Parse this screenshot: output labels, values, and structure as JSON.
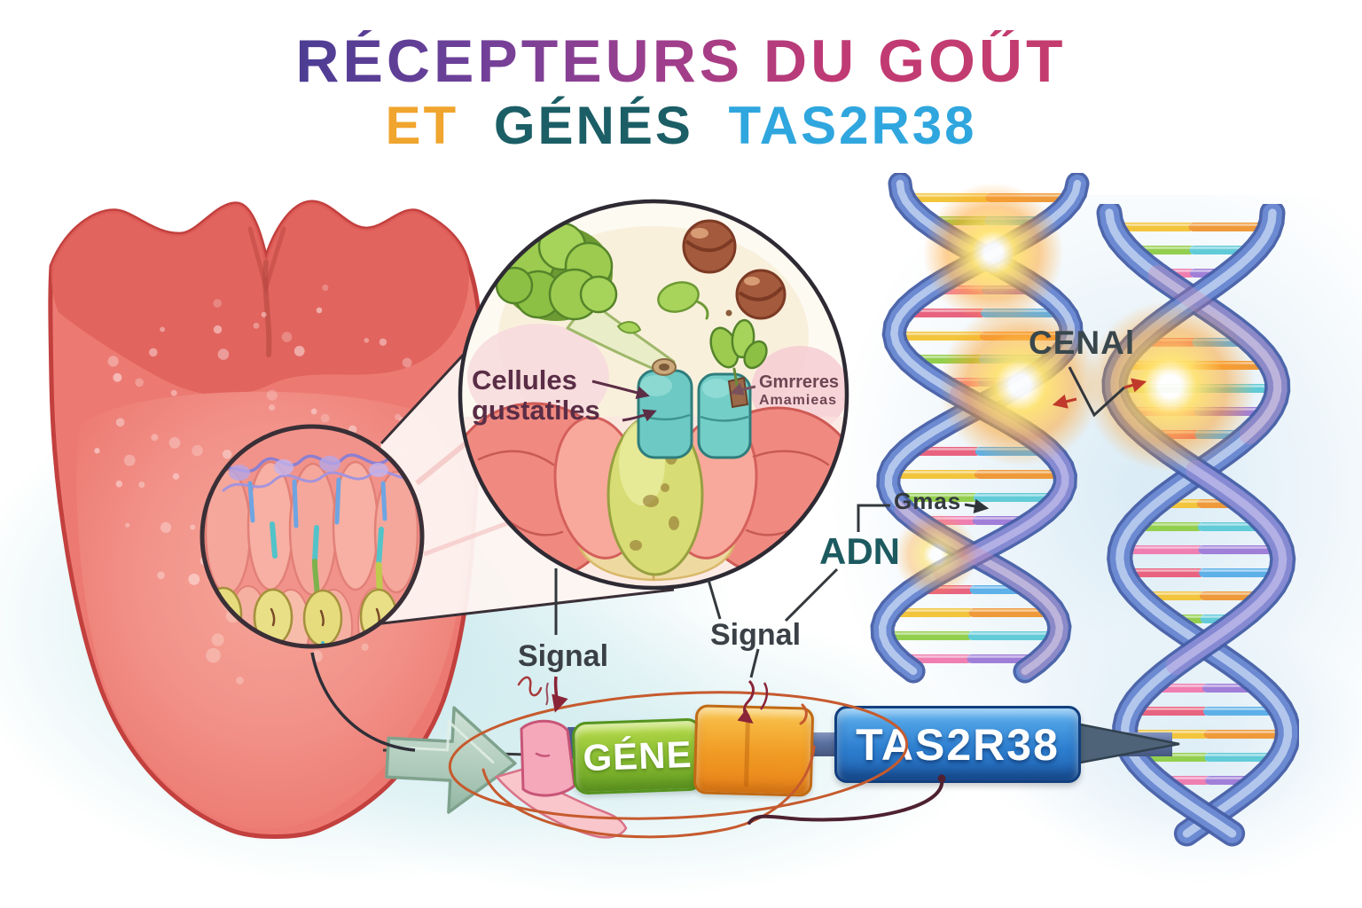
{
  "title": {
    "line1": "RÉCEPTEURS DU GOŰT",
    "line2": {
      "word1": "ET",
      "word2": "GÉNÉS",
      "word3": "TAS2R38"
    }
  },
  "inset_labels": {
    "taste_cells_line1": "Cellules",
    "taste_cells_line2": "gustatiles",
    "garbled_line1": "Gmrreres",
    "garbled_line2": "Amamieas"
  },
  "dna_labels": {
    "cenal": "CENAl",
    "gnas": "Gmas",
    "adn": "ADN"
  },
  "signal_labels": {
    "left": "Signal",
    "right": "Signal"
  },
  "gene_diagram": {
    "gene_box": "GÉNE",
    "tas2r38_box": "TAS2R38"
  },
  "icons": {
    "magnifier_beam": "magnifier-beam",
    "green_arrow": "green-arrow-icon",
    "dna_glow": "mutation-glow-icon"
  },
  "colors": {
    "title_gradient_start": "#4b3d93",
    "title_gradient_end": "#c43d6e",
    "title_et": "#f0a52e",
    "title_genes": "#1b5e66",
    "title_tas2r38": "#2fa6de",
    "tongue": "#ee7b73",
    "gene_box_green": "#85b930",
    "orange_box": "#f09a23",
    "tas2r38_box_blue": "#2e7fd0",
    "arrow_sage": "#b9d4c2",
    "dna_strand_blue": "#6c8ad2",
    "glow_orange": "#ffb23e",
    "background_wash": "#cfe9ec"
  }
}
